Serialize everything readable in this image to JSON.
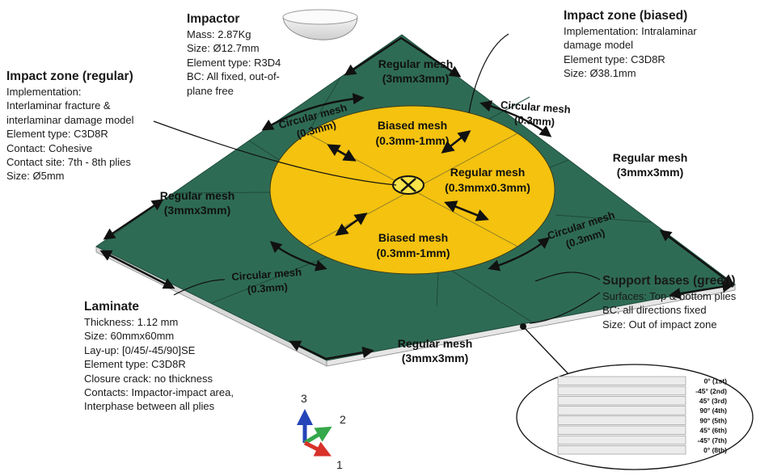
{
  "impactor": {
    "title": "Impactor",
    "lines": [
      "Mass: 2.87Kg",
      "Size: Ø12.7mm",
      "Element type: R3D4",
      "BC: All fixed, out-of-",
      "plane free"
    ]
  },
  "impact_regular": {
    "title": "Impact zone (regular)",
    "lines": [
      "Implementation:",
      "Interlaminar fracture &",
      "interlaminar damage model",
      "Element type: C3D8R",
      "Contact: Cohesive",
      "Contact site: 7th - 8th plies",
      "Size: Ø5mm"
    ]
  },
  "impact_biased": {
    "title": "Impact zone (biased)",
    "lines": [
      "Implementation: Intralaminar",
      "damage model",
      "Element type: C3D8R",
      "Size: Ø38.1mm"
    ]
  },
  "laminate": {
    "title": "Laminate",
    "lines": [
      "Thickness: 1.12 mm",
      "Size: 60mmx60mm",
      "Lay-up: [0/45/-45/90]SE",
      "Element type: C3D8R",
      "Closure crack: no thickness",
      "Contacts: Impactor-impact area,",
      "Interphase between all plies"
    ]
  },
  "support": {
    "title": "Support bases (green)",
    "lines": [
      "Surfaces: Top & bottom plies",
      "BC: all directions fixed",
      "Size: Out of impact zone"
    ]
  },
  "mesh": {
    "regular_top": [
      "Regular mesh",
      "(3mmx3mm)"
    ],
    "regular_left": [
      "Regular mesh",
      "(3mmx3mm)"
    ],
    "regular_right": [
      "Regular mesh",
      "(3mmx3mm)"
    ],
    "regular_bottom": [
      "Regular mesh",
      "(3mmx3mm)"
    ],
    "circular_tl": [
      "Circular mesh",
      "(0.3mm)"
    ],
    "circular_tr": [
      "Circular mesh",
      "(0.3mm)"
    ],
    "circular_br": [
      "Circular mesh",
      "(0.3mm)"
    ],
    "circular_bl": [
      "Circular mesh",
      "(0.3mm)"
    ],
    "biased_top": [
      "Biased mesh",
      "(0.3mm-1mm)"
    ],
    "biased_bottom": [
      "Biased mesh",
      "(0.3mm-1mm)"
    ],
    "regular_center": [
      "Regular mesh",
      "(0.3mmx0.3mm)"
    ]
  },
  "plies": [
    "0° (1st)",
    "-45° (2nd)",
    "45° (3rd)",
    "90° (4th)",
    "90° (5th)",
    "45° (6th)",
    "-45° (7th)",
    "0° (8th)"
  ],
  "axes": {
    "z": "3",
    "y": "2",
    "x": "1"
  },
  "colors": {
    "plate": "#2e6b55",
    "zone": "#f4c20f",
    "edge": "#dcdcdc",
    "axis_x": "#d8312a",
    "axis_y": "#35a84a",
    "axis_z": "#2444b8"
  }
}
